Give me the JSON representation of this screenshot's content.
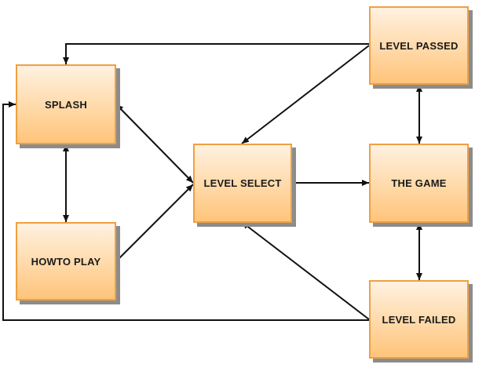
{
  "nodes": {
    "splash": "SPLASH",
    "how_to_play": "HOWTO PLAY",
    "level_select": "LEVEL SELECT",
    "level_passed": "LEVEL PASSED",
    "the_game": "THE GAME",
    "level_failed": "LEVEL FAILED"
  },
  "colors": {
    "node_border": "#f0a040",
    "node_fill_top": "#fff1e0",
    "node_fill_bottom": "#ffc47a",
    "arrow": "#111111",
    "shadow": "#8c8c8c"
  }
}
